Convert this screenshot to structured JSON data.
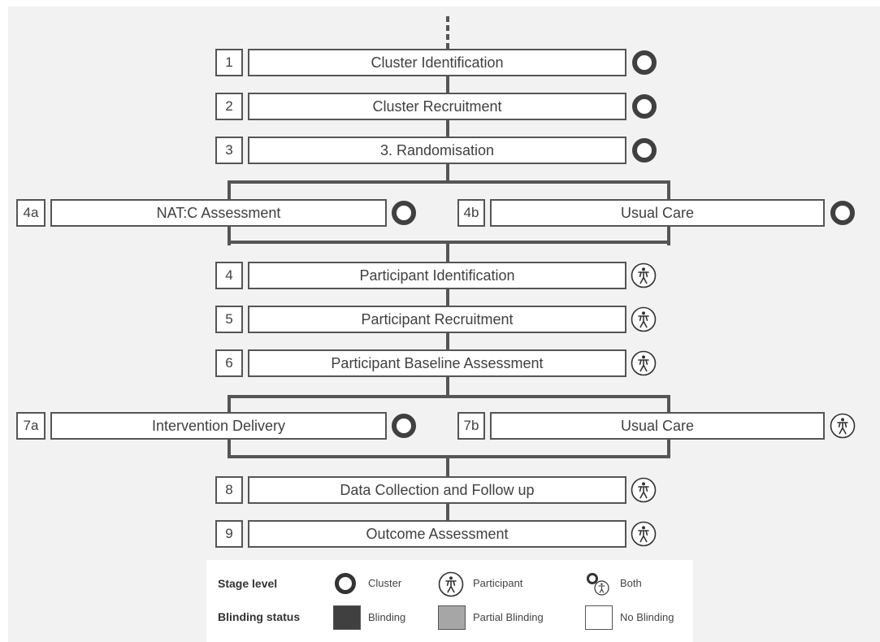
{
  "stages": {
    "s1": {
      "num": "1",
      "label": "Cluster Identification",
      "level": "cluster",
      "blinding": "none"
    },
    "s2": {
      "num": "2",
      "label": "Cluster Recruitment",
      "level": "cluster",
      "blinding": "none"
    },
    "s3": {
      "num": "3",
      "label": "3. Randomisation",
      "level": "cluster",
      "blinding": "none"
    },
    "s4a": {
      "num": "4a",
      "label": "NAT:C Assessment",
      "level": "cluster",
      "blinding": "none"
    },
    "s4b": {
      "num": "4b",
      "label": "Usual Care",
      "level": "cluster",
      "blinding": "none"
    },
    "s4": {
      "num": "4",
      "label": "Participant Identification",
      "level": "participant",
      "blinding": "none"
    },
    "s5": {
      "num": "5",
      "label": "Participant Recruitment",
      "level": "participant",
      "blinding": "none"
    },
    "s6": {
      "num": "6",
      "label": "Participant Baseline Assessment",
      "level": "participant",
      "blinding": "none"
    },
    "s7a": {
      "num": "7a",
      "label": "Intervention Delivery",
      "level": "cluster",
      "blinding": "none"
    },
    "s7b": {
      "num": "7b",
      "label": "Usual Care",
      "level": "participant",
      "blinding": "none"
    },
    "s8": {
      "num": "8",
      "label": "Data Collection and Follow up",
      "level": "participant",
      "blinding": "none"
    },
    "s9": {
      "num": "9",
      "label": "Outcome Assessment",
      "level": "participant",
      "blinding": "none"
    }
  },
  "legend": {
    "stage_level_label": "Stage level",
    "cluster": "Cluster",
    "participant": "Participant",
    "both": "Both",
    "blinding_status_label": "Blinding status",
    "blinding": "Blinding",
    "partial_blinding": "Partial Blinding",
    "no_blinding": "No Blinding"
  },
  "colors": {
    "line": "#555555",
    "blinding": "#404040",
    "partial_blinding": "#a6a6a6",
    "no_blinding": "#ffffff"
  }
}
